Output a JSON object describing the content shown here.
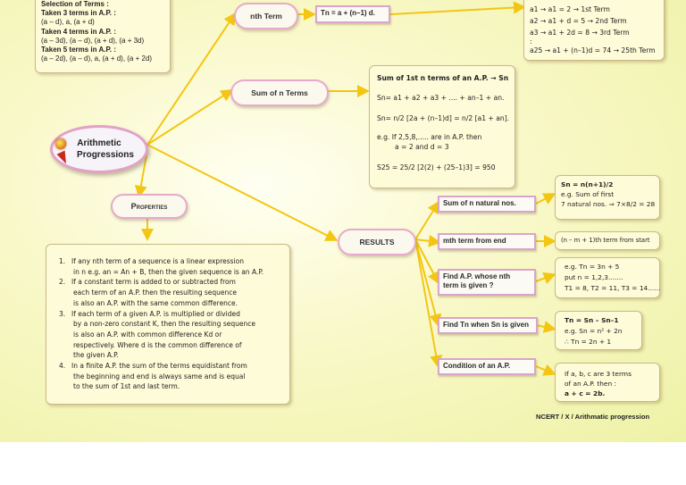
{
  "selection_box": {
    "title": "Selection of Terms :",
    "t3_head": "Taken 3 terms in A.P. :",
    "t3_val": "(a – d),  a,  (a + d)",
    "t4_head": "Taken 4 terms in A.P. :",
    "t4_val": "(a – 3d), (a – d), (a + d), (a + 3d)",
    "t5_head": "Taken 5 terms in A.P. :",
    "t5_val": "(a – 2d), (a – d), a,  (a + d), (a + 2d)"
  },
  "nth_term": {
    "label": "nth Term",
    "formula": "Tn = a + (n–1) d.",
    "ex1": "a1 → a1 = 2 → 1st Term",
    "ex2": "a2 → a1 + d = 5 → 2nd Term",
    "ex3": "a3 → a1 + 2d = 8 → 3rd Term",
    "dot": ":",
    "ex4": "a25 → a1 + (n–1)d = 74 → 25th Term"
  },
  "center": {
    "line1": "Arithmetic",
    "line2": "Progressions"
  },
  "sum_terms": {
    "label": "Sum of n Terms",
    "title": "Sum of 1st n terms of an A.P. → Sn",
    "f1": "Sn= a1 + a2 + a3 + .... + an–1 + an.",
    "f2": "Sn= n/2 [2a + (n–1)d] = n/2 [a1 + an].",
    "e1": "e.g.  If 2,5,8,..... are in A.P. then",
    "e2": "a = 2 and d = 3",
    "e3": "S25 = 25/2 [2(2) + (25–1)3] = 950"
  },
  "properties": {
    "label": "Properties",
    "items": [
      {
        "num": "1.",
        "lines": [
          "If any nth term of a sequence is a linear expression",
          "in n e.g. an = An + B, then the given sequence is an A.P."
        ]
      },
      {
        "num": "2.",
        "lines": [
          "If a constant term is added to or subtracted from",
          "each term of an A.P. then the resulting sequence",
          "is also an A.P. with the same common difference."
        ]
      },
      {
        "num": "3.",
        "lines": [
          "If each term of a given A.P. is multiplied or divided",
          "by a non-zero constant K, then the resulting sequence",
          "is also an A.P. with common difference  Kd or",
          "respectively. Where d is the common difference of",
          "the given A.P."
        ]
      },
      {
        "num": "4.",
        "lines": [
          "In a finite A.P. the sum of the terms equidistant from",
          "the beginning and end is always same and is equal",
          "to the sum of 1st and last term."
        ]
      }
    ]
  },
  "results": {
    "label": "RESULTS",
    "b1": {
      "label": "Sum of n natural nos.",
      "d1": "Sn = n(n+1)/2",
      "d2": "e.g. Sum of first",
      "d3": "7 natural nos. ⇒ 7×8/2 = 28"
    },
    "b2": {
      "label": "mth term from end",
      "d1": "(n – m + 1)th term from start"
    },
    "b3": {
      "label1": "Find A.P. whose nth",
      "label2": "term is given ?",
      "d1": "e.g. Tn = 3n + 5",
      "d2": "put n = 1,2,3.......",
      "d3": "T1 = 8, T2 = 11, T3 = 14......"
    },
    "b4": {
      "label": "Find Tn when Sn is given",
      "d1": "Tn = Sn – Sn–1",
      "d2": "e.g. Sn = n² + 2n",
      "d3": "∴  Tn = 2n + 1"
    },
    "b5": {
      "label": "Condition of an A.P.",
      "d1": "If a, b, c are 3 terms",
      "d2": "of an A.P. then :",
      "d3": "a + c = 2b."
    }
  },
  "footer": "NCERT / X / Arithmatic progression",
  "colors": {
    "line": "#f3c614",
    "pill_border": "#e7aacb",
    "note_bg": "#fefbd8"
  }
}
